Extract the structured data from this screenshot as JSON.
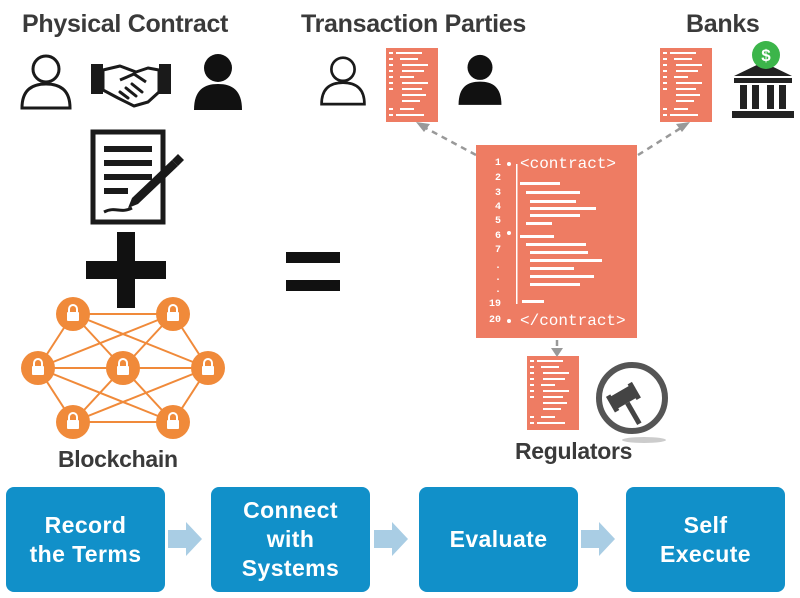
{
  "headings": {
    "physical_contract": "Physical Contract",
    "transaction_parties": "Transaction Parties",
    "banks": "Banks",
    "blockchain": "Blockchain",
    "regulators": "Regulators"
  },
  "contract_code": {
    "open_tag": "<contract>",
    "close_tag": "</contract>",
    "line_numbers": [
      "1",
      "2",
      "3",
      "4",
      "5",
      "6",
      "7",
      ".",
      ".",
      ".",
      "19",
      "20"
    ]
  },
  "bank_symbol": "$",
  "steps": [
    {
      "label": "Record\nthe Terms"
    },
    {
      "label": "Connect\nwith\nSystems"
    },
    {
      "label": "Evaluate"
    },
    {
      "label": "Self\nExecute"
    }
  ],
  "colors": {
    "contract": "#ee7c63",
    "step_box": "#1190c9",
    "step_arrow": "#a9cde4",
    "blockchain": "#f08a3a",
    "heading": "#3a3a3a"
  },
  "icons": [
    "person-outline-icon",
    "handshake-icon",
    "person-filled-icon",
    "signed-document-icon",
    "plus-icon",
    "equals-icon",
    "blockchain-network-icon",
    "bank-icon",
    "gavel-icon"
  ]
}
